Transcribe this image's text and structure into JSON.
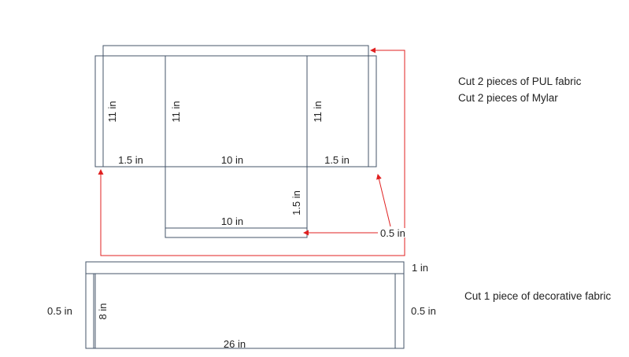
{
  "notes": {
    "top_line1": "Cut 2 pieces of PUL fabric",
    "top_line2": "Cut 2 pieces of Mylar",
    "bottom": "Cut 1 piece of decorative fabric"
  },
  "dims": {
    "left_height": "11 in",
    "center_height": "11 in",
    "right_height": "11 in",
    "left_width": "1.5 in",
    "center_width": "10 in",
    "right_width": "1.5 in",
    "base_height": "1.5 in",
    "base_width": "10 in",
    "seam": "0.5 in",
    "band_top": "1 in",
    "band_left": "0.5 in",
    "band_right": "0.5 in",
    "band_height": "8 in",
    "band_width": "26 in"
  },
  "colors": {
    "outline": "#44546a",
    "arrow": "#e02020"
  }
}
